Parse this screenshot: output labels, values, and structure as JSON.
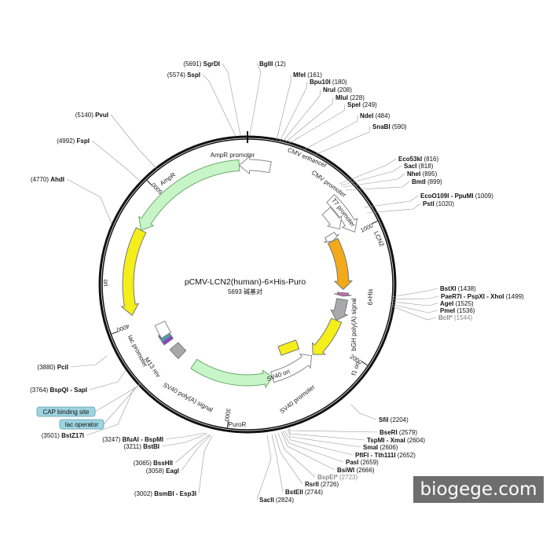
{
  "plasmid": {
    "name": "pCMV-LCN2(human)-6×His-Puro",
    "size_label": "5693 碱基对"
  },
  "ticks": [
    {
      "label": "1000",
      "angle": 64.0
    },
    {
      "label": "2000",
      "angle": 124.0
    },
    {
      "label": "3000",
      "angle": 188.0
    },
    {
      "label": "4000",
      "angle": 250.0
    },
    {
      "label": "5000",
      "angle": 316.0
    }
  ],
  "features": [
    {
      "label": "CMV enhancer",
      "type": "open",
      "start": 44,
      "end": 64,
      "dir": 1,
      "r": 152
    },
    {
      "label": "CMV promoter",
      "type": "open",
      "start": 47,
      "end": 59,
      "dir": 1,
      "r": 137
    },
    {
      "label": "T7 promoter",
      "type": "open",
      "start": 59,
      "end": 63,
      "dir": 1,
      "r": 122
    },
    {
      "label": "LCN2",
      "type": "fill",
      "color": "#f2a91a",
      "start": 63,
      "end": 93,
      "dir": 1,
      "r": 122
    },
    {
      "label": "6×His",
      "type": "fill",
      "color": "#c86ab0",
      "start": 95,
      "end": 97,
      "dir": 1,
      "r": 122
    },
    {
      "label": "bGH poly(A) signal",
      "type": "fill",
      "color": "#a7a9ac",
      "start": 99,
      "end": 112,
      "dir": 1,
      "r": 122
    },
    {
      "label": "f1 ori",
      "type": "fill",
      "color": "#f4ee1a",
      "start": 112,
      "end": 137,
      "dir": 1,
      "r": 122
    },
    {
      "label": "SV40 promoter",
      "type": "open",
      "start": 138,
      "end": 165,
      "dir": -1,
      "r": 122
    },
    {
      "label": "SV40 ori",
      "type": "fill",
      "color": "#f4ee1a",
      "start": 145,
      "end": 150,
      "dir": 0,
      "r": 80
    },
    {
      "label": "PuroR",
      "type": "green",
      "start": 165,
      "end": 214,
      "dir": -1,
      "r": 122
    },
    {
      "label": "SV40 poly(A) signal",
      "type": "fill",
      "color": "#a7a9ac",
      "start": 223,
      "end": 230,
      "dir": 0,
      "r": 122
    },
    {
      "label": "lac operator",
      "type": "fill",
      "color": "#8a3fd0",
      "start": 234,
      "end": 236,
      "dir": 0,
      "r": 124
    },
    {
      "label": "M13 rev",
      "type": "fill",
      "color": "#4aa0b0",
      "start": 236,
      "end": 238,
      "dir": 0,
      "r": 124
    },
    {
      "label": "CAP binding site",
      "type": "fill",
      "color": "#2e7fa8",
      "start": 238,
      "end": 240,
      "dir": 0,
      "r": 124
    },
    {
      "label": "lac promoter",
      "type": "open",
      "start": 238,
      "end": 246,
      "dir": 0,
      "r": 122
    },
    {
      "label": "ori",
      "type": "fill",
      "color": "#f4ee1a",
      "start": 255,
      "end": 297,
      "dir": -1,
      "r": 152
    },
    {
      "label": "AmpR",
      "type": "green",
      "start": 297,
      "end": 356,
      "dir": -1,
      "r": 152
    },
    {
      "label": "AmpR promoter",
      "type": "open",
      "start": 356,
      "end": 11,
      "dir": -1,
      "r": 152
    }
  ],
  "callouts": [
    {
      "text": "CAP binding site"
    },
    {
      "text": "lac operator"
    }
  ],
  "sites": [
    {
      "name": "SgrDI",
      "pos": "(5691)",
      "side": "left"
    },
    {
      "name": "BglII",
      "pos": "(12)",
      "side": "right"
    },
    {
      "name": "SspI",
      "pos": "(5574)",
      "side": "left"
    },
    {
      "name": "MfeI",
      "pos": "(161)",
      "side": "right"
    },
    {
      "name": "Bpu10I",
      "pos": "(180)",
      "side": "right"
    },
    {
      "name": "NruI",
      "pos": "(208)",
      "side": "right"
    },
    {
      "name": "MluI",
      "pos": "(228)",
      "side": "right"
    },
    {
      "name": "SpeI",
      "pos": "(249)",
      "side": "right"
    },
    {
      "name": "NdeI",
      "pos": "(484)",
      "side": "right"
    },
    {
      "name": "SnaBI",
      "pos": "(590)",
      "side": "right"
    },
    {
      "name": "PvuI",
      "pos": "(5140)",
      "side": "left"
    },
    {
      "name": "FspI",
      "pos": "(4992)",
      "side": "left"
    },
    {
      "name": "AhdI",
      "pos": "(4770)",
      "side": "left"
    },
    {
      "name": "Eco53kI",
      "pos": "(816)",
      "side": "right"
    },
    {
      "name": "SacI",
      "pos": "(818)",
      "side": "right"
    },
    {
      "name": "NheI",
      "pos": "(895)",
      "side": "right"
    },
    {
      "name": "BmtI",
      "pos": "(899)",
      "side": "right"
    },
    {
      "name": "EcoO109I - PpuMI",
      "pos": "(1009)",
      "side": "right"
    },
    {
      "name": "PstI",
      "pos": "(1020)",
      "side": "right"
    },
    {
      "name": "BstXI",
      "pos": "(1438)",
      "side": "right"
    },
    {
      "name": "PaeR7I - PspXI - XhoI",
      "pos": "(1499)",
      "side": "right"
    },
    {
      "name": "AgeI",
      "pos": "(1525)",
      "side": "right"
    },
    {
      "name": "PmeI",
      "pos": "(1536)",
      "side": "right"
    },
    {
      "name": "BclI*",
      "pos": "(1544)",
      "side": "right",
      "gray": true
    },
    {
      "name": "PciI",
      "pos": "(3880)",
      "side": "left"
    },
    {
      "name": "BspQI - SapI",
      "pos": "(3764)",
      "side": "left"
    },
    {
      "name": "SfiI",
      "pos": "(2204)",
      "side": "right"
    },
    {
      "name": "BstZ17I",
      "pos": "(3501)",
      "side": "left"
    },
    {
      "name": "BseRI",
      "pos": "(2579)",
      "side": "right"
    },
    {
      "name": "TspMI - XmaI",
      "pos": "(2604)",
      "side": "right"
    },
    {
      "name": "SmaI",
      "pos": "(2606)",
      "side": "right"
    },
    {
      "name": "PflFI - Tth111I",
      "pos": "(2652)",
      "side": "right"
    },
    {
      "name": "PasI",
      "pos": "(2659)",
      "side": "right"
    },
    {
      "name": "BsiWI",
      "pos": "(2666)",
      "side": "right"
    },
    {
      "name": "BspEI*",
      "pos": "(2723)",
      "side": "right",
      "gray": true
    },
    {
      "name": "RsrII",
      "pos": "(2726)",
      "side": "right"
    },
    {
      "name": "BstEII",
      "pos": "(2744)",
      "side": "right"
    },
    {
      "name": "SacII",
      "pos": "(2824)",
      "side": "right"
    },
    {
      "name": "BfuAI - BspMI",
      "pos": "(3247)",
      "side": "left"
    },
    {
      "name": "BstBI",
      "pos": "(3211)",
      "side": "left"
    },
    {
      "name": "BssHII",
      "pos": "(3065)",
      "side": "left"
    },
    {
      "name": "EagI",
      "pos": "(3058)",
      "side": "left"
    },
    {
      "name": "BsmBI - Esp3I",
      "pos": "(3002)",
      "side": "left"
    }
  ],
  "watermark": "biogege.com"
}
